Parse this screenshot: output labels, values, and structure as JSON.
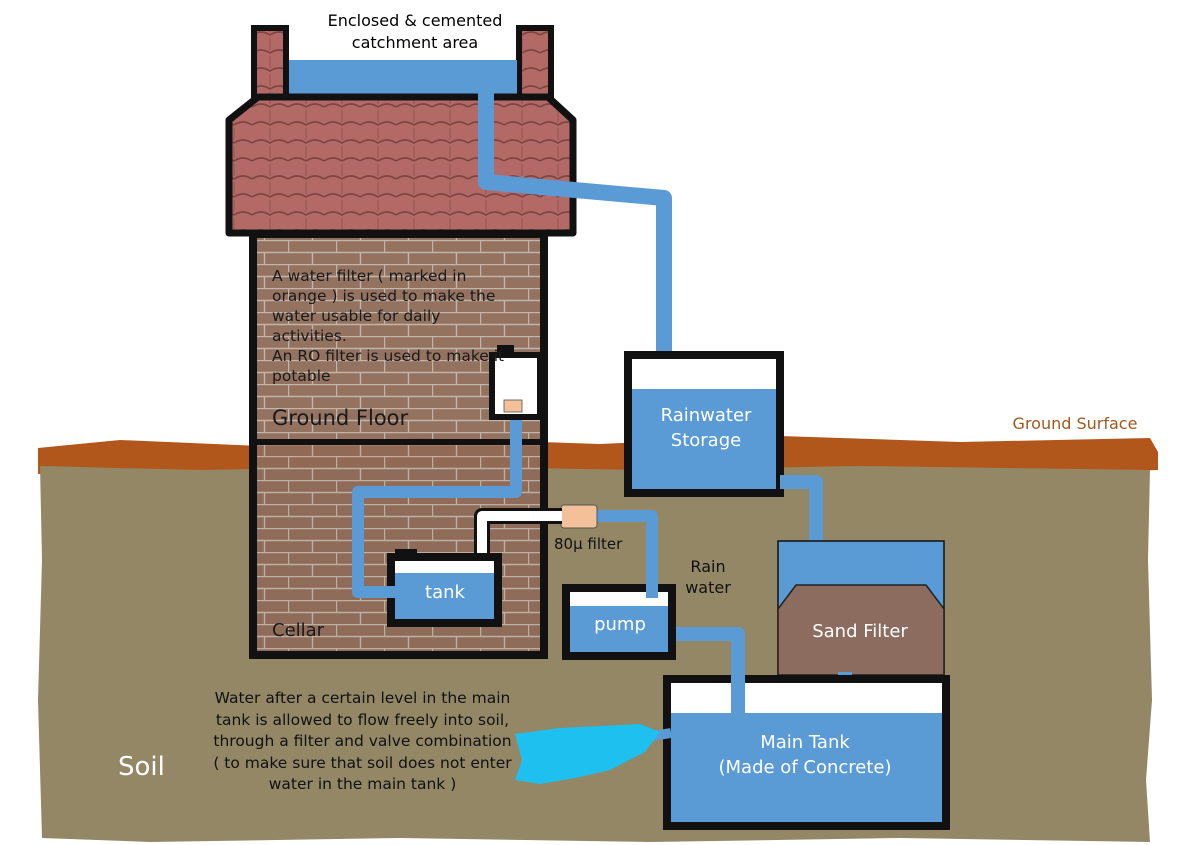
{
  "diagram": {
    "catchment_label": "Enclosed & cemented\ncatchment area",
    "ground_surface_label": "Ground Surface",
    "filter_note": "A water filter ( marked in orange ) is used to make the water usable for daily activities.\nAn RO filter is used to make it potable",
    "ground_floor_label": "Ground Floor",
    "cellar_label": "Cellar",
    "tank_label": "tank",
    "micron_filter_label": "80µ filter",
    "pump_label": "pump",
    "rain_water_label": "Rain\nwater",
    "rainwater_storage_label": "Rainwater\nStorage",
    "sand_filter_label": "Sand Filter",
    "main_tank_label": "Main Tank\n(Made of Concrete)",
    "soil_label": "Soil",
    "overflow_note": "Water after a certain level in the main tank is allowed to flow freely into soil, through a filter and valve combination ( to make sure that soil does not enter water in the main tank )"
  },
  "colors": {
    "water": "#5b9bd5",
    "soil": "#938766",
    "ground_surface": "#b2571b",
    "roof": "#b36a67",
    "brick": "#8e6b58",
    "sand_filter": "#8b6c5f",
    "outline": "#111111",
    "filter_orange": "#f3c09a",
    "overflow_splash": "#1ec0f0"
  }
}
